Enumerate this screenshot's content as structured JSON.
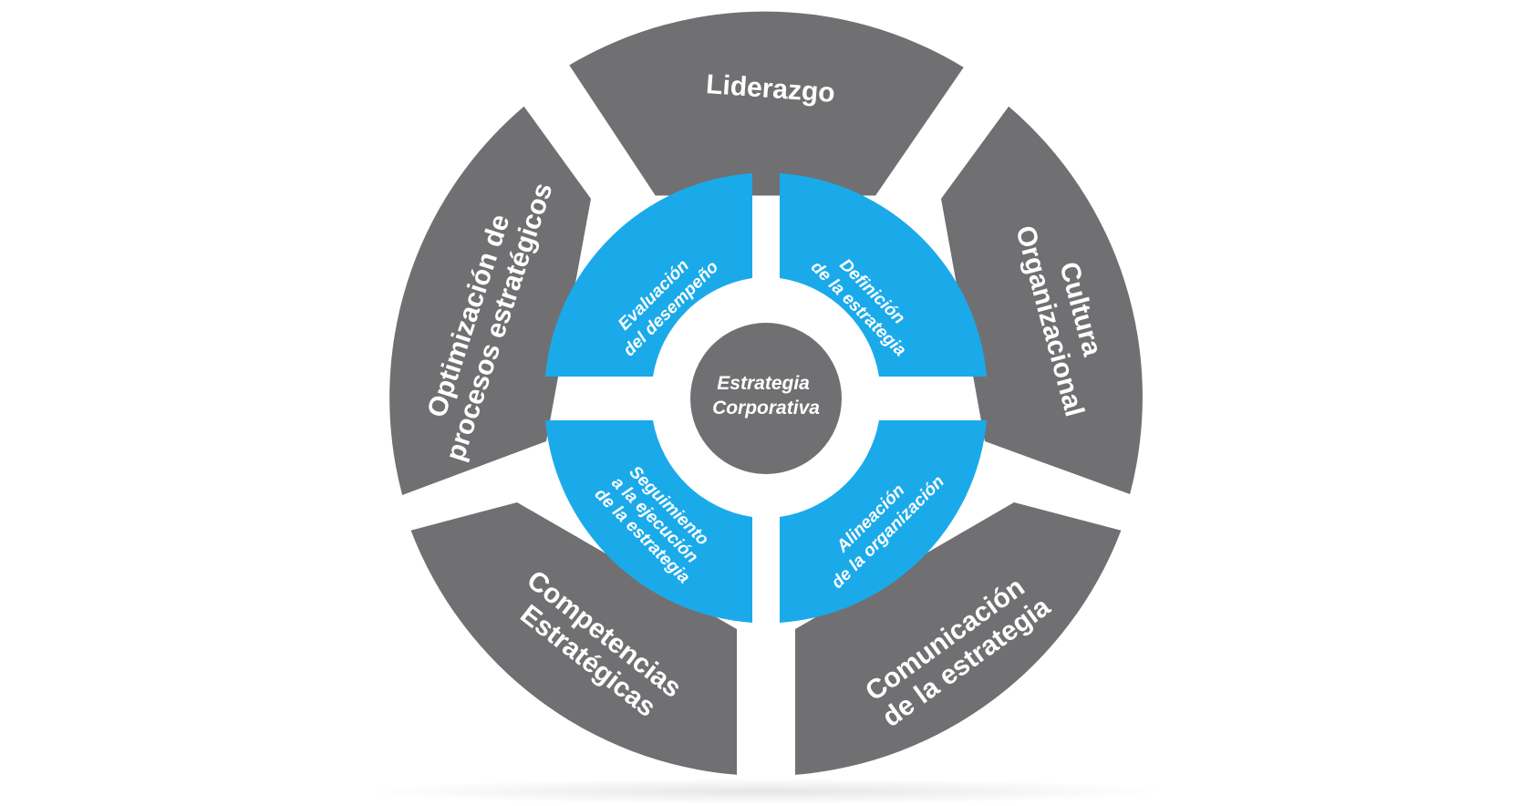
{
  "diagram": {
    "colors": {
      "outer_ring": "#707072",
      "inner_ring": "#1aaaea",
      "hub": "#707072",
      "text": "#ffffff",
      "background": "#ffffff"
    },
    "hub": {
      "lines": [
        "Estrategia",
        "Corporativa"
      ]
    },
    "inner_quadrants": [
      {
        "key": "evaluacion",
        "lines": [
          "Evaluación",
          "del desempeño"
        ]
      },
      {
        "key": "definicion",
        "lines": [
          "Definición",
          "de la estrategia"
        ]
      },
      {
        "key": "alineacion",
        "lines": [
          "Alineación",
          "de la organización"
        ]
      },
      {
        "key": "seguimiento",
        "lines": [
          "Seguimiento",
          "a la ejecución",
          "de la estrategia"
        ]
      }
    ],
    "outer_segments": [
      {
        "key": "liderazgo",
        "lines": [
          "Liderazgo"
        ]
      },
      {
        "key": "cultura",
        "lines": [
          "Cultura",
          "Organizacional"
        ]
      },
      {
        "key": "comunicacion",
        "lines": [
          "Comunicación",
          "de la estrategia"
        ]
      },
      {
        "key": "competencias",
        "lines": [
          "Competencias",
          "Estratégicas"
        ]
      },
      {
        "key": "optimizacion",
        "lines": [
          "Optimización de",
          "procesos estratégicos"
        ]
      }
    ]
  }
}
